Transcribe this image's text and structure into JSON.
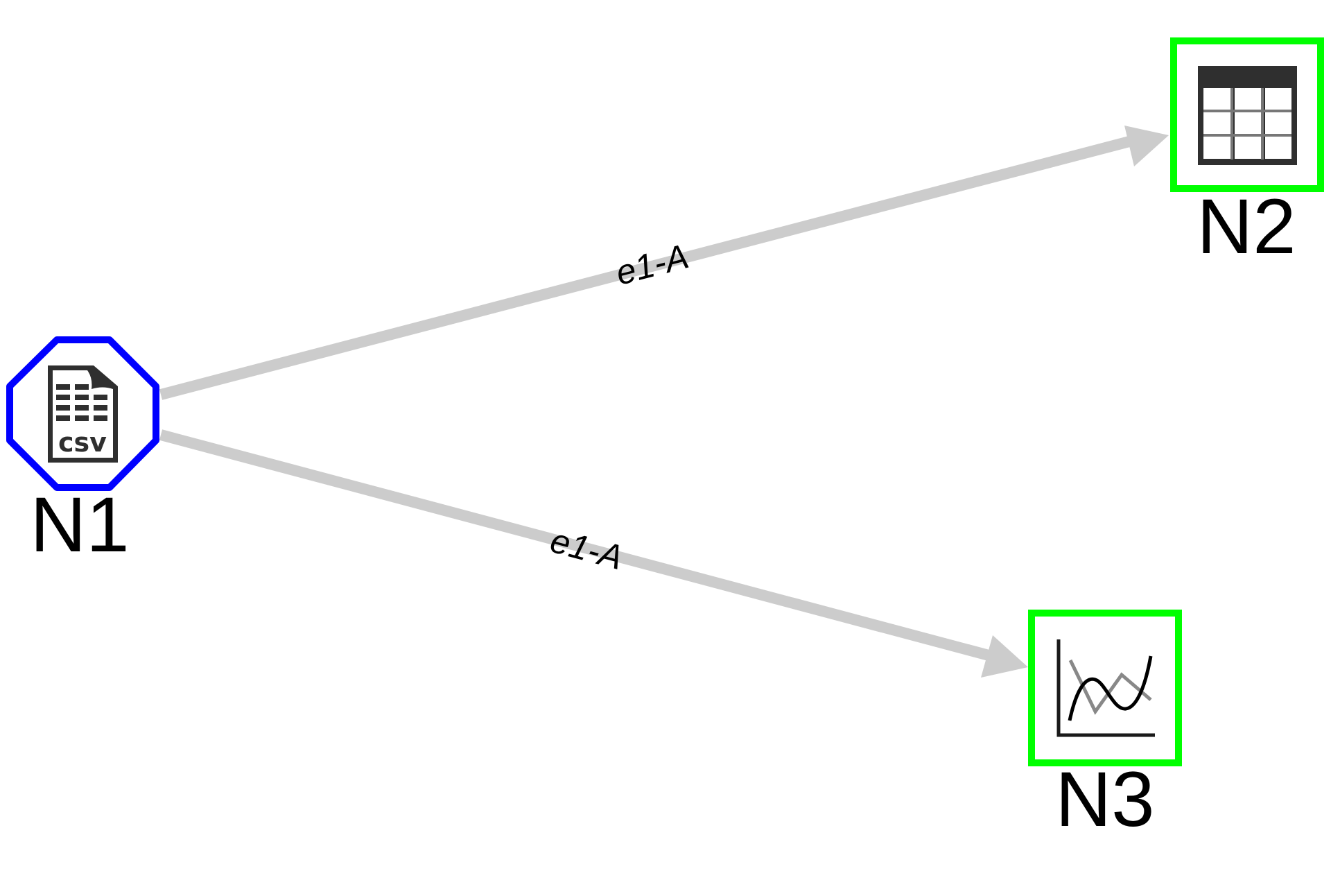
{
  "colors": {
    "edge": "#cccccc",
    "source_node_border": "#0000ff",
    "target_node_border": "#00ff00",
    "icon_dark": "#2f2f2f",
    "icon_grid_line": "#777777",
    "chart_line_gray": "#888888",
    "text": "#000000"
  },
  "nodes": [
    {
      "id": "N1",
      "label": "N1",
      "shape": "octagon",
      "icon": "csv-file-icon",
      "icon_text": "csv"
    },
    {
      "id": "N2",
      "label": "N2",
      "shape": "square",
      "icon": "table-icon"
    },
    {
      "id": "N3",
      "label": "N3",
      "shape": "square",
      "icon": "line-chart-icon"
    }
  ],
  "edges": [
    {
      "from": "N1",
      "to": "N2",
      "label": "e1-A"
    },
    {
      "from": "N1",
      "to": "N3",
      "label": "e1-A"
    }
  ]
}
